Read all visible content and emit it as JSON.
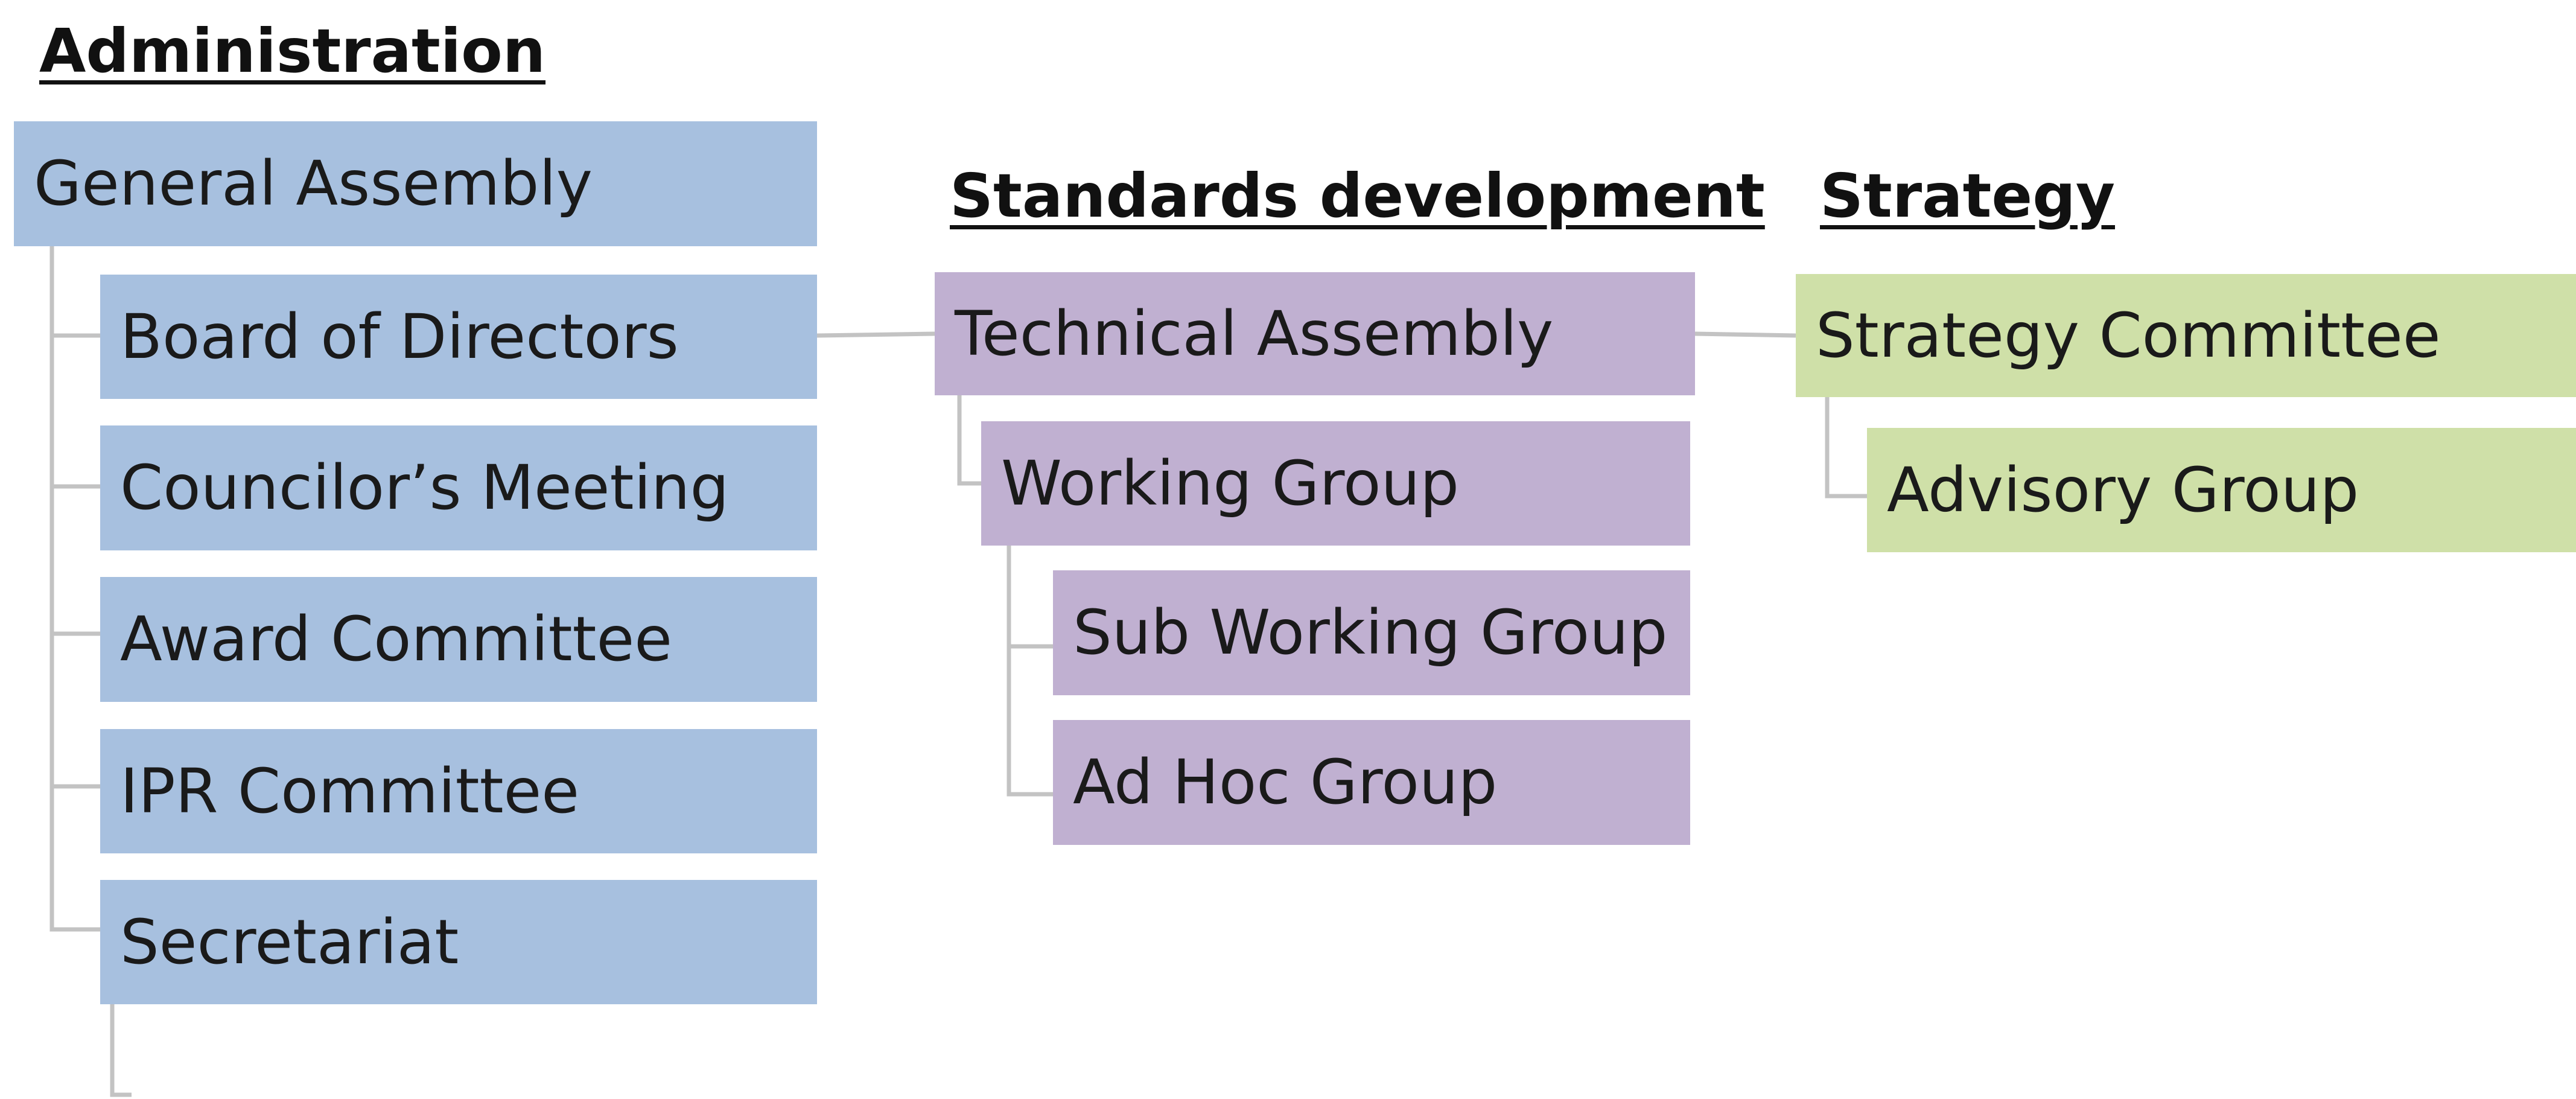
{
  "colors": {
    "administration": "#a7c0df",
    "standards_development": "#c0b0d1",
    "strategy": "#cfe0a8",
    "connector": "#c3c3c3"
  },
  "administration": {
    "heading": "Administration",
    "root": "General Assembly",
    "children": [
      "Board of Directors",
      "Councilor’s Meeting",
      "Award Committee",
      "IPR Committee",
      "Secretariat"
    ]
  },
  "standards_development": {
    "heading": "Standards development",
    "root": "Technical Assembly",
    "child": "Working Group",
    "grandchildren": [
      "Sub Working Group",
      "Ad Hoc Group"
    ]
  },
  "strategy": {
    "heading": "Strategy",
    "root": "Strategy Committee",
    "child": "Advisory Group"
  }
}
